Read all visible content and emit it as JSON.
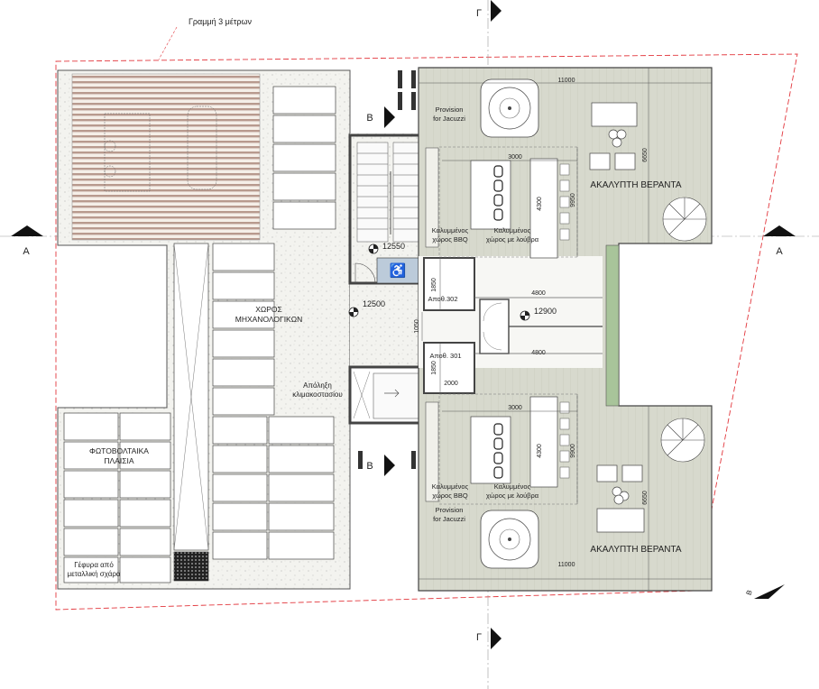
{
  "annotations": {
    "setback_line": "Γραμμή 3 μέτρων",
    "roof_machinery": "ΧΩΡΟΣ\nΜΗΧΑΝΟΛΟΓΙΚΩΝ",
    "solar_panels": "ΦΩΤΟΒΟΛΤΑΙΚΑ\nΠΛΑΙΣΙΑ",
    "bridge": "Γέφυρα από\nμεταλλική σχάρα",
    "stair_landing": "Απόληξη\nκλιμακοστασίου",
    "veranda_top": "ΑΚΑΛΥΠΤΗ ΒΕΡΑΝΤΑ",
    "veranda_bottom": "ΑΚΑΛΥΠΤΗ ΒΕΡΑΝΤΑ",
    "jacuzzi_top": "Provision\nfor Jacuzzi",
    "jacuzzi_bottom": "Provision\nfor Jacuzzi",
    "bbq_top": "Καλυμμένος\nχώρος BBQ",
    "bbq_bottom": "Καλυμμένος\nχώρος BBQ",
    "louvre_top": "Καλυμμένος\nχώρος με λούβρα",
    "louvre_bottom": "Καλυμμένος\nχώρος με λούβρα",
    "storage_302": "Αποθ.302",
    "storage_301": "Αποθ. 301"
  },
  "section_markers": {
    "A_left": "Α",
    "A_right": "Α",
    "B_top": "Β",
    "B_bottom": "Β",
    "G_top": "Γ",
    "G_bottom": "Γ"
  },
  "levels": {
    "stair_top": "12550",
    "roof": "12500",
    "veranda": "12900"
  },
  "dimensions": {
    "top_width": "11000",
    "bottom_width": "11000",
    "top_height": "6650",
    "bottom_height": "6650",
    "pergola_top_w": "3000",
    "pergola_bottom_w": "3000",
    "table_top": "4300",
    "table_bottom": "4300",
    "depth_top": "9950",
    "depth_bottom": "9900",
    "mid_upper": "4800",
    "mid_lower": "4800",
    "store_302_h": "1850",
    "store_301_h": "1850",
    "corr_h": "1050",
    "corr_w": "2000"
  },
  "north_label": "Β",
  "colors": {
    "terrace": "#d6d8cc",
    "gravel": "#f1f1ec",
    "setback": "#e2363c",
    "wall": "#444444",
    "accessible": "#bccbda"
  }
}
